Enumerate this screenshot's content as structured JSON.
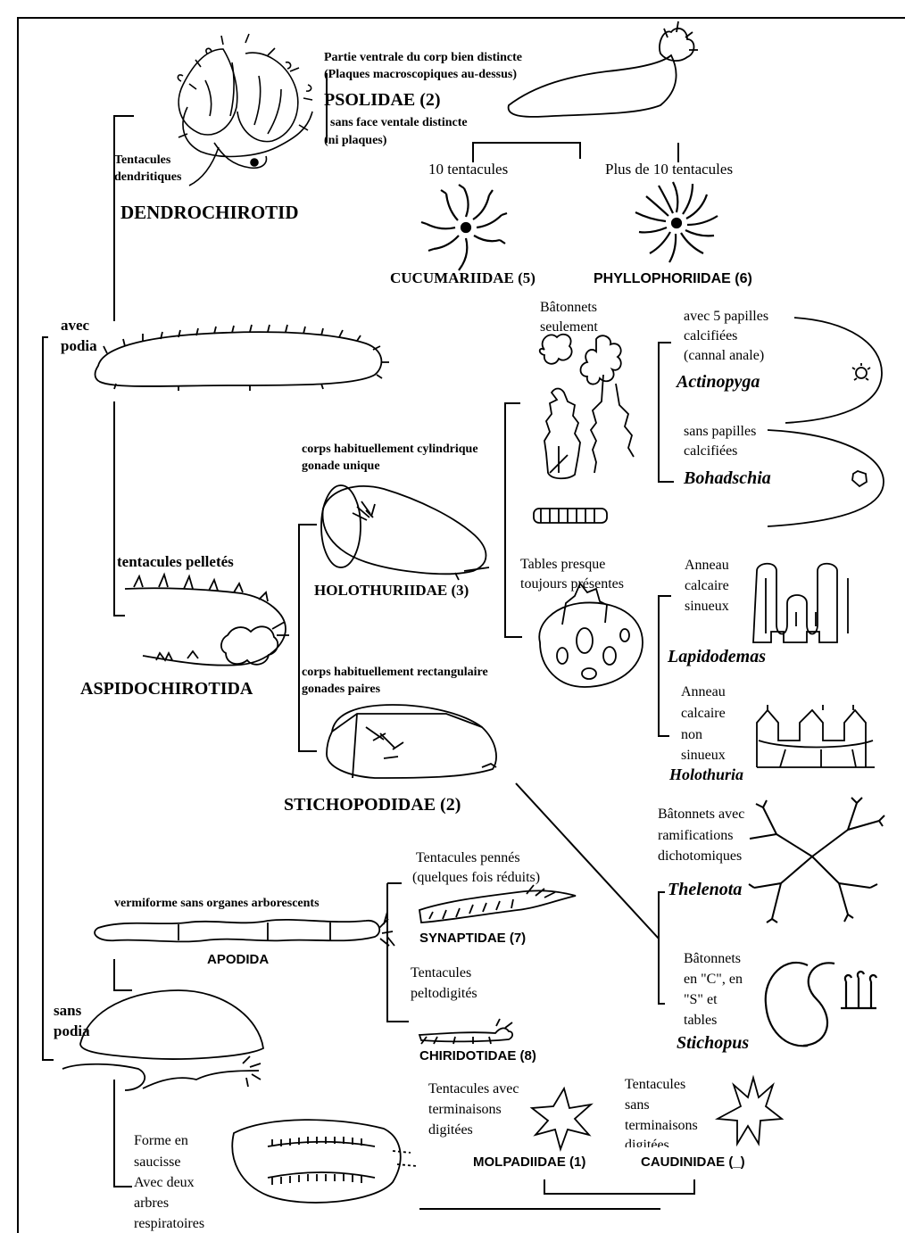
{
  "groups": {
    "avec_podia": "avec",
    "avec_podia_2": "podia",
    "sans_podia": "sans",
    "sans_podia_2": "podia"
  },
  "dendro": {
    "tent_l1": "Tentacules",
    "tent_l2": "dendritiques",
    "title": "DENDROCHIROTID",
    "psol_l1": "Partie ventrale du corp bien distincte",
    "psol_l2": "(Plaques macroscopiques au-dessus)",
    "psolidae": "PSOLIDAE (2)",
    "sans_l1": "sans face ventale distincte",
    "sans_l2": "(ni plaques)",
    "ten10": "10 tentacules",
    "plus10": "Plus de 10 tentacules",
    "cucumariidae": "CUCUMARIIDAE (5)",
    "phyllophoriidae": "PHYLLOPHORIIDAE (6)"
  },
  "aspido": {
    "pellet": "tentacules pelletés",
    "title": "ASPIDOCHIROTIDA",
    "holo_l1": "corps habituellement cylindrique",
    "holo_l2": "gonade unique",
    "holothuriidae": "HOLOTHURIIDAE (3)",
    "sticho_l1": "corps habituellement rectangulaire",
    "sticho_l2": "gonades paires",
    "stichopodidae": "STICHOPODIDAE (2)",
    "bat_l1": "Bâtonnets",
    "bat_l2": "seulement",
    "act_l1": "avec 5 papilles",
    "act_l2": "calcifiées",
    "act_l3": "(cannal anale)",
    "actinopyga": "Actinopyga",
    "boh_l1": "sans papilles",
    "boh_l2": "calcifiées",
    "bohadschia": "Bohadschia",
    "tab_l1": "Tables presque",
    "tab_l2": "toujours présentes",
    "lap_l1": "Anneau",
    "lap_l2": "calcaire",
    "lap_l3": "sinueux",
    "lapidodemas": "Lapidodemas",
    "hol_l1": "Anneau",
    "hol_l2": "calcaire",
    "hol_l3": "non",
    "hol_l4": "sinueux",
    "holothuria": "Holothuria",
    "the_l1": "Bâtonnets avec",
    "the_l2": "ramifications",
    "the_l3": "dichotomiques",
    "thelenota": "Thelenota",
    "sti_l1": "Bâtonnets",
    "sti_l2": "en \"C\", en",
    "sti_l3": "\"S\" et",
    "sti_l4": "tables",
    "stichopus": "Stichopus"
  },
  "apodida": {
    "verm": "vermiforme sans organes arborescents",
    "title": "APODIDA",
    "penn_l1": "Tentacules pennés",
    "penn_l2": "(quelques fois réduits)",
    "synaptidae": "SYNAPTIDAE (7)",
    "pelto_l1": "Tentacules",
    "pelto_l2": "peltodigités",
    "chiridotidae": "CHIRIDOTIDAE (8)"
  },
  "molpadida": {
    "form_l1": "Forme en",
    "form_l2": "saucisse",
    "form_l3": "Avec deux",
    "form_l4": "arbres",
    "form_l5": "respiratoires",
    "digit_l1": "Tentacules avec",
    "digit_l2": "terminaisons",
    "digit_l3": "digitées",
    "nodig_l1": "Tentacules",
    "nodig_l2": "sans",
    "nodig_l3": "terminaisons",
    "nodig_l4": "digitées",
    "molpadiidae": "MOLPADIIDAE (1)",
    "caudinidae": "CAUDINIDAE (_)"
  }
}
